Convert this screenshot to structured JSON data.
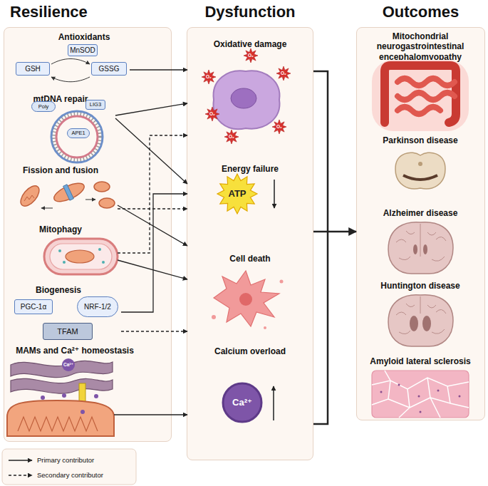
{
  "diagram": {
    "nodes": [
      {
        "text": [
          "Resilience"
        ]
      },
      {
        "text": [
          "Antioxidants"
        ],
        "in": 0
      },
      {
        "text": [
          "MnSOD"
        ],
        "in": 1
      },
      {
        "text": [
          "GSH"
        ],
        "in": 1
      },
      {
        "text": [
          "GSSG"
        ],
        "in": 1
      },
      {
        "text": [
          "mtDNA repair"
        ],
        "in": 0
      },
      {
        "text": [
          "Poly"
        ],
        "in": 5
      },
      {
        "text": [
          "LIG3"
        ],
        "in": 5
      },
      {
        "text": [
          "APE1"
        ],
        "in": 5
      },
      {
        "text": [
          "Fission and fusion"
        ],
        "in": 0
      },
      {
        "text": [
          "Mitophagy"
        ],
        "in": 0
      },
      {
        "text": [
          "Biogenesis"
        ],
        "in": 0
      },
      {
        "text": [
          "PGC-1α"
        ],
        "in": 11
      },
      {
        "text": [
          "NRF-1/2"
        ],
        "in": 11
      },
      {
        "text": [
          "TFAM"
        ],
        "in": 11
      },
      {
        "text": [
          "MAMs and Ca²⁺ homeostasis"
        ],
        "in": 0
      },
      {
        "text": [
          "Dysfunction"
        ]
      },
      {
        "text": [
          "Oxidative damage"
        ],
        "in": 16
      },
      {
        "text": [
          "Energy failure"
        ],
        "in": 16
      },
      {
        "text": [
          "Cell death"
        ],
        "in": 16
      },
      {
        "text": [
          "Calcium overload"
        ],
        "in": 16
      },
      {
        "text": [
          "Outcomes"
        ]
      },
      {
        "text": [
          "Mitochondrial neurogastrointestinal encephalomyopathy"
        ],
        "in": 21
      },
      {
        "text": [
          "Parkinson disease"
        ],
        "in": 21
      },
      {
        "text": [
          "Alzheimer disease"
        ],
        "in": 21
      },
      {
        "text": [
          "Huntington disease"
        ],
        "in": 21
      },
      {
        "text": [
          "Amyloid lateral sclerosis"
        ],
        "in": 21
      }
    ],
    "edges": [
      {
        "from": 1,
        "to": 17,
        "arrow": "to"
      },
      {
        "from": 5,
        "to": 17,
        "arrow": "to"
      },
      {
        "from": 5,
        "to": 18,
        "arrow": "to"
      },
      {
        "from": 9,
        "to": 18,
        "arrow": "to"
      },
      {
        "from": 9,
        "to": 19,
        "arrow": "to"
      },
      {
        "from": 10,
        "to": 17,
        "arrow": "to"
      },
      {
        "from": 10,
        "to": 19,
        "arrow": "to"
      },
      {
        "from": 11,
        "to": 18,
        "arrow": "to"
      },
      {
        "from": 11,
        "to": 19,
        "arrow": "to"
      },
      {
        "from": 15,
        "to": 20,
        "arrow": "to"
      },
      {
        "from": 16,
        "to": 21,
        "arrow": "to"
      }
    ],
    "labels": [
      "O₂",
      "O₂",
      "O₂",
      "O₂",
      "O₂",
      "O₂",
      "ATP",
      "Ca²⁺",
      "Ca²⁺"
    ],
    "legend": [
      {
        "text": "Primary contributor"
      },
      {
        "text": "Secondary contributor"
      }
    ]
  }
}
